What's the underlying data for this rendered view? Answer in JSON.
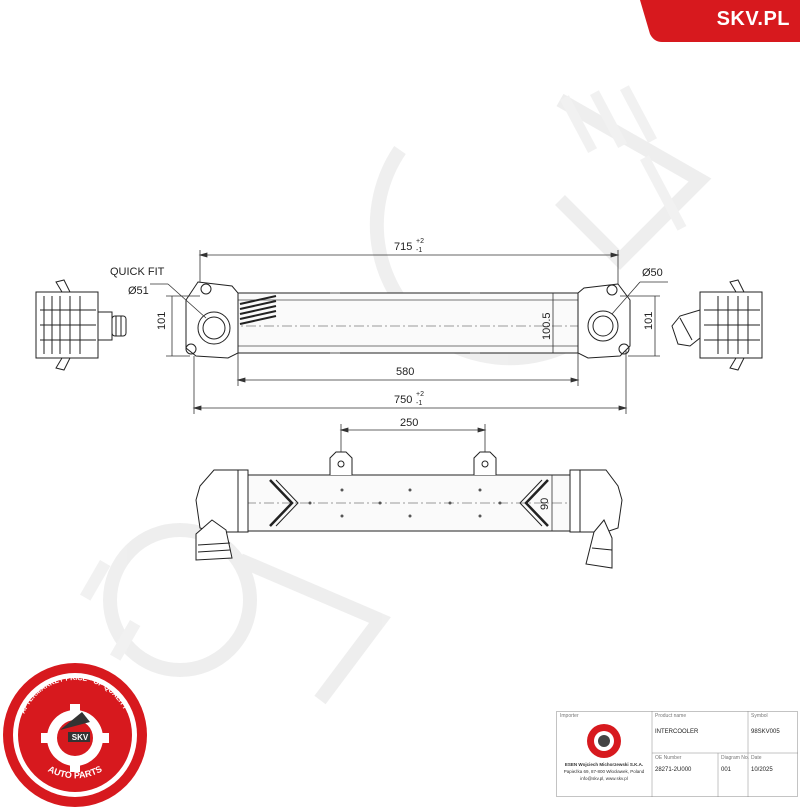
{
  "brand": {
    "site": "SKV.PL",
    "red": "#d7191e"
  },
  "drawing": {
    "labels": {
      "quick_fit": "QUICK FIT",
      "inlet_diameter": "Ø51",
      "outlet_diameter": "Ø50",
      "left_height": "101",
      "right_height": "101",
      "core_height": "100.5",
      "overall_top_main": "715",
      "overall_top_plus": "+2",
      "overall_top_minus": "-1",
      "core_width": "580",
      "overall_bottom_main": "750",
      "overall_bottom_plus": "+2",
      "overall_bottom_minus": "-1",
      "bracket_spacing": "250",
      "side_height": "90"
    }
  },
  "logo": {
    "ring_text": "AFTERMARKET PRICE · OF QUALITY ·",
    "center": "SKV",
    "bottom": "AUTO PARTS"
  },
  "title_block": {
    "importer_label": "Importer",
    "importer_name": "ESEN Wojciech Michorzewski S.K.A.",
    "importer_address": "Papieżka 69, 87-800 Włocławek, Poland",
    "importer_contact": "info@skv.pl, www.skv.pl",
    "product_name_label": "Product name",
    "product_name": "INTERCOOLER",
    "symbol_label": "Symbol",
    "symbol": "98SKV005",
    "oe_label": "OE Number",
    "oe_number": "28271-2U000",
    "diagram_label": "Diagram No.",
    "diagram_no": "001",
    "date_label": "Date",
    "date": "10/2025"
  }
}
